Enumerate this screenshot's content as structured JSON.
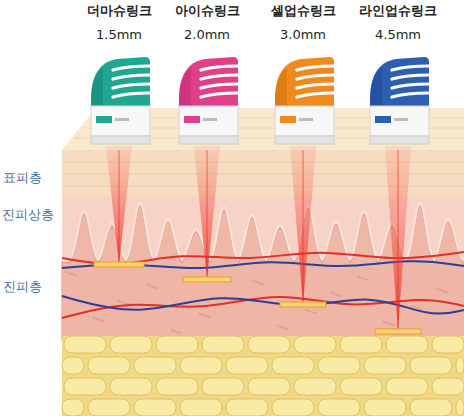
{
  "diagram": {
    "nodes": [
      {
        "text": [
          "더마슈링크",
          "1.5mm"
        ]
      },
      {
        "text": [
          "아이슈링크",
          "2.0mm"
        ]
      },
      {
        "text": [
          "셀업슈링크",
          "3.0mm"
        ]
      },
      {
        "text": [
          "라인업슈링크",
          "4.5mm"
        ]
      }
    ],
    "labels": [
      "표피층",
      "진피상층",
      "진피층"
    ]
  }
}
